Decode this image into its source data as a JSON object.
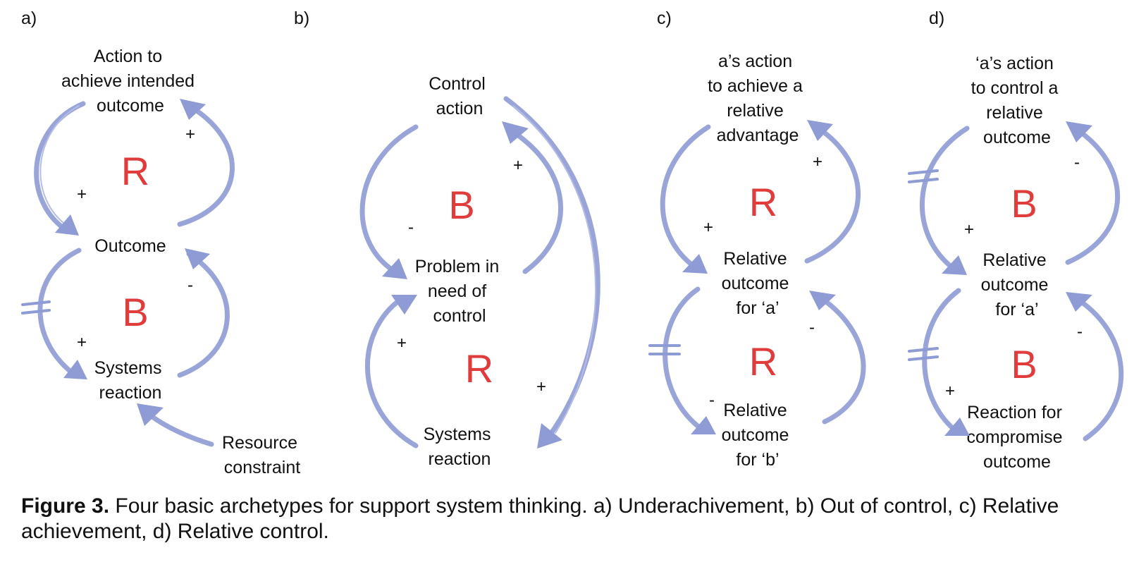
{
  "panels": [
    {
      "letter": "a)",
      "nodes": [
        [
          "Action to",
          "achieve intended",
          "outcome"
        ],
        [
          "Outcome"
        ],
        [
          "Systems",
          "reaction"
        ],
        [
          "Resource",
          "constraint"
        ]
      ],
      "loops": [
        "R",
        "B"
      ],
      "signs": [
        "+",
        "+",
        "-",
        "+"
      ]
    },
    {
      "letter": "b)",
      "nodes": [
        [
          "Control",
          "action"
        ],
        [
          "Problem in",
          "need of",
          "control"
        ],
        [
          "Systems",
          "reaction"
        ]
      ],
      "loops": [
        "B",
        "R"
      ],
      "signs": [
        "+",
        "-",
        "+",
        "+"
      ]
    },
    {
      "letter": "c)",
      "nodes": [
        [
          "a’s action",
          "to achieve a",
          "relative",
          "advantage"
        ],
        [
          "Relative",
          "outcome",
          "for ‘a’"
        ],
        [
          "Relative",
          "outcome",
          "for ‘b’"
        ]
      ],
      "loops": [
        "R",
        "R"
      ],
      "signs": [
        "+",
        "+",
        "-",
        "-"
      ]
    },
    {
      "letter": "d)",
      "nodes": [
        [
          "‘a’s action",
          "to control a",
          "relative",
          "outcome"
        ],
        [
          "Relative",
          "outcome",
          "for ‘a’"
        ],
        [
          "Reaction for",
          "compromise",
          "outcome"
        ]
      ],
      "loops": [
        "B",
        "B"
      ],
      "signs": [
        "-",
        "+",
        "-",
        "+"
      ]
    }
  ],
  "caption": {
    "bold": "Figure 3.",
    "text": " Four basic archetypes for support system thinking. a) Underachivement, b) Out of control, c) Relative achievement, d) Relative control."
  },
  "colors": {
    "arrow": "#8e9bd4",
    "loop_label": "#e03c3c"
  }
}
